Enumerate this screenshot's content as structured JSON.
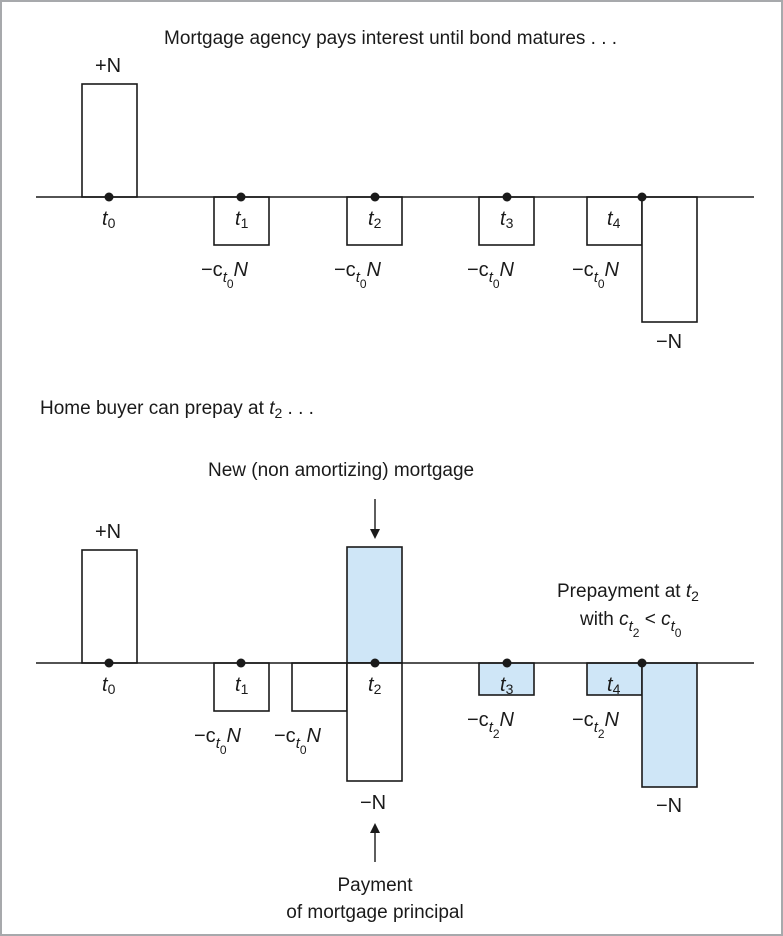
{
  "top": {
    "caption": "Mortgage agency pays interest until bond matures . . .",
    "plus_label": "+N",
    "coupon_label": "−c",
    "coupon_sub": "t",
    "coupon_subsub": "0",
    "coupon_tail": "N",
    "minus_label": "−N"
  },
  "bottom": {
    "caption_text": "Home buyer can prepay at ",
    "caption_t": "t",
    "caption_sub": "2",
    "caption_tail": " . . .",
    "new_mortgage_caption": "New (non amortizing) mortgage",
    "prepay_line1_text": "Prepayment at ",
    "prepay_line1_t": "t",
    "prepay_line1_sub": "2",
    "prepay_line2_prefix": "with ",
    "prepay_c": "c",
    "prepay_t": "t",
    "prepay_sub2": "2",
    "prepay_lt": " < ",
    "prepay_sub0": "0",
    "payment_line1": "Payment",
    "payment_line2": "of mortgage principal",
    "plus_label": "+N",
    "coupon_label": "−c",
    "coupon_sub": "t",
    "coupon_subsub0": "0",
    "coupon_subsub2": "2",
    "coupon_tail": "N",
    "minus_label": "−N"
  },
  "time_labels": {
    "t": "t",
    "t0": "0",
    "t1": "1",
    "t2": "2",
    "t3": "3",
    "t4": "4"
  },
  "colors": {
    "shaded_fill": "#cfe6f7",
    "border": "#a7a9ac",
    "line": "#1a1a1a"
  }
}
